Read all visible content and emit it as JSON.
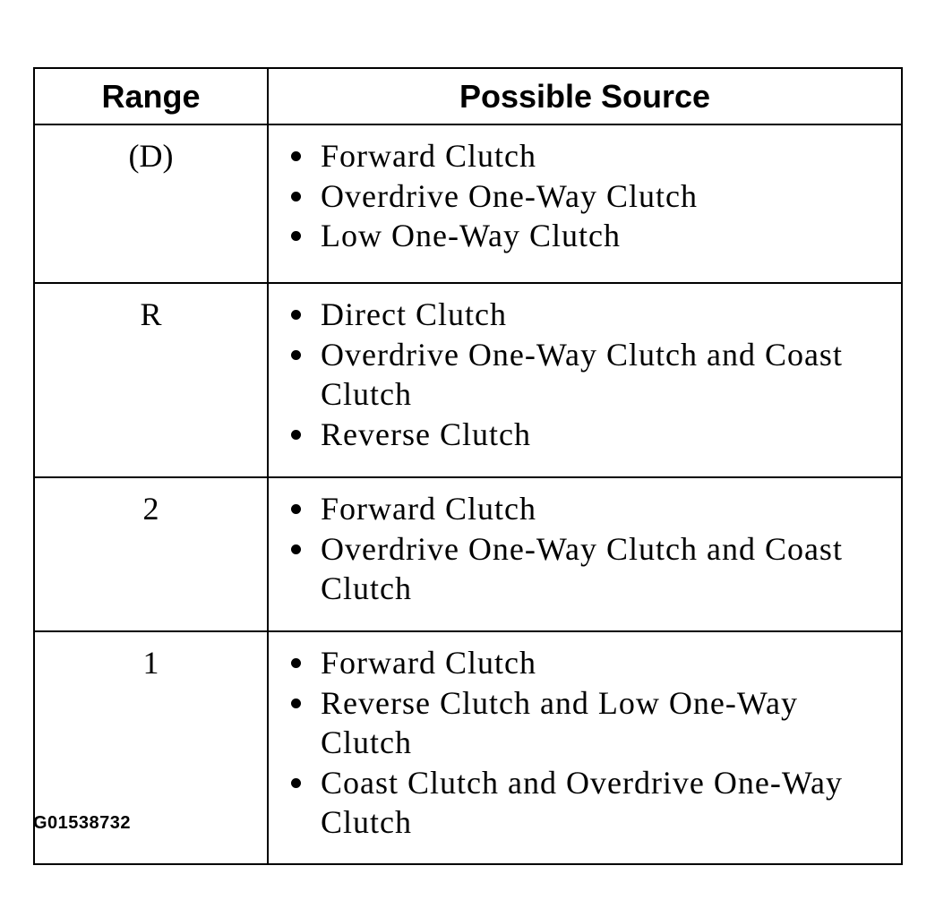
{
  "table": {
    "headers": [
      "Range",
      "Possible Source"
    ],
    "rows": [
      {
        "range": "(D)",
        "sources": [
          "Forward Clutch",
          "Overdrive One-Way Clutch",
          "Low One-Way Clutch"
        ]
      },
      {
        "range": "R",
        "sources": [
          "Direct Clutch",
          "Overdrive One-Way Clutch and Coast Clutch",
          "Reverse Clutch"
        ]
      },
      {
        "range": "2",
        "sources": [
          "Forward Clutch",
          "Overdrive One-Way Clutch and Coast Clutch"
        ]
      },
      {
        "range": "1",
        "sources": [
          "Forward Clutch",
          "Reverse Clutch and Low One-Way Clutch",
          "Coast Clutch and Overdrive One-Way Clutch"
        ]
      }
    ]
  },
  "figure_id": "G01538732"
}
